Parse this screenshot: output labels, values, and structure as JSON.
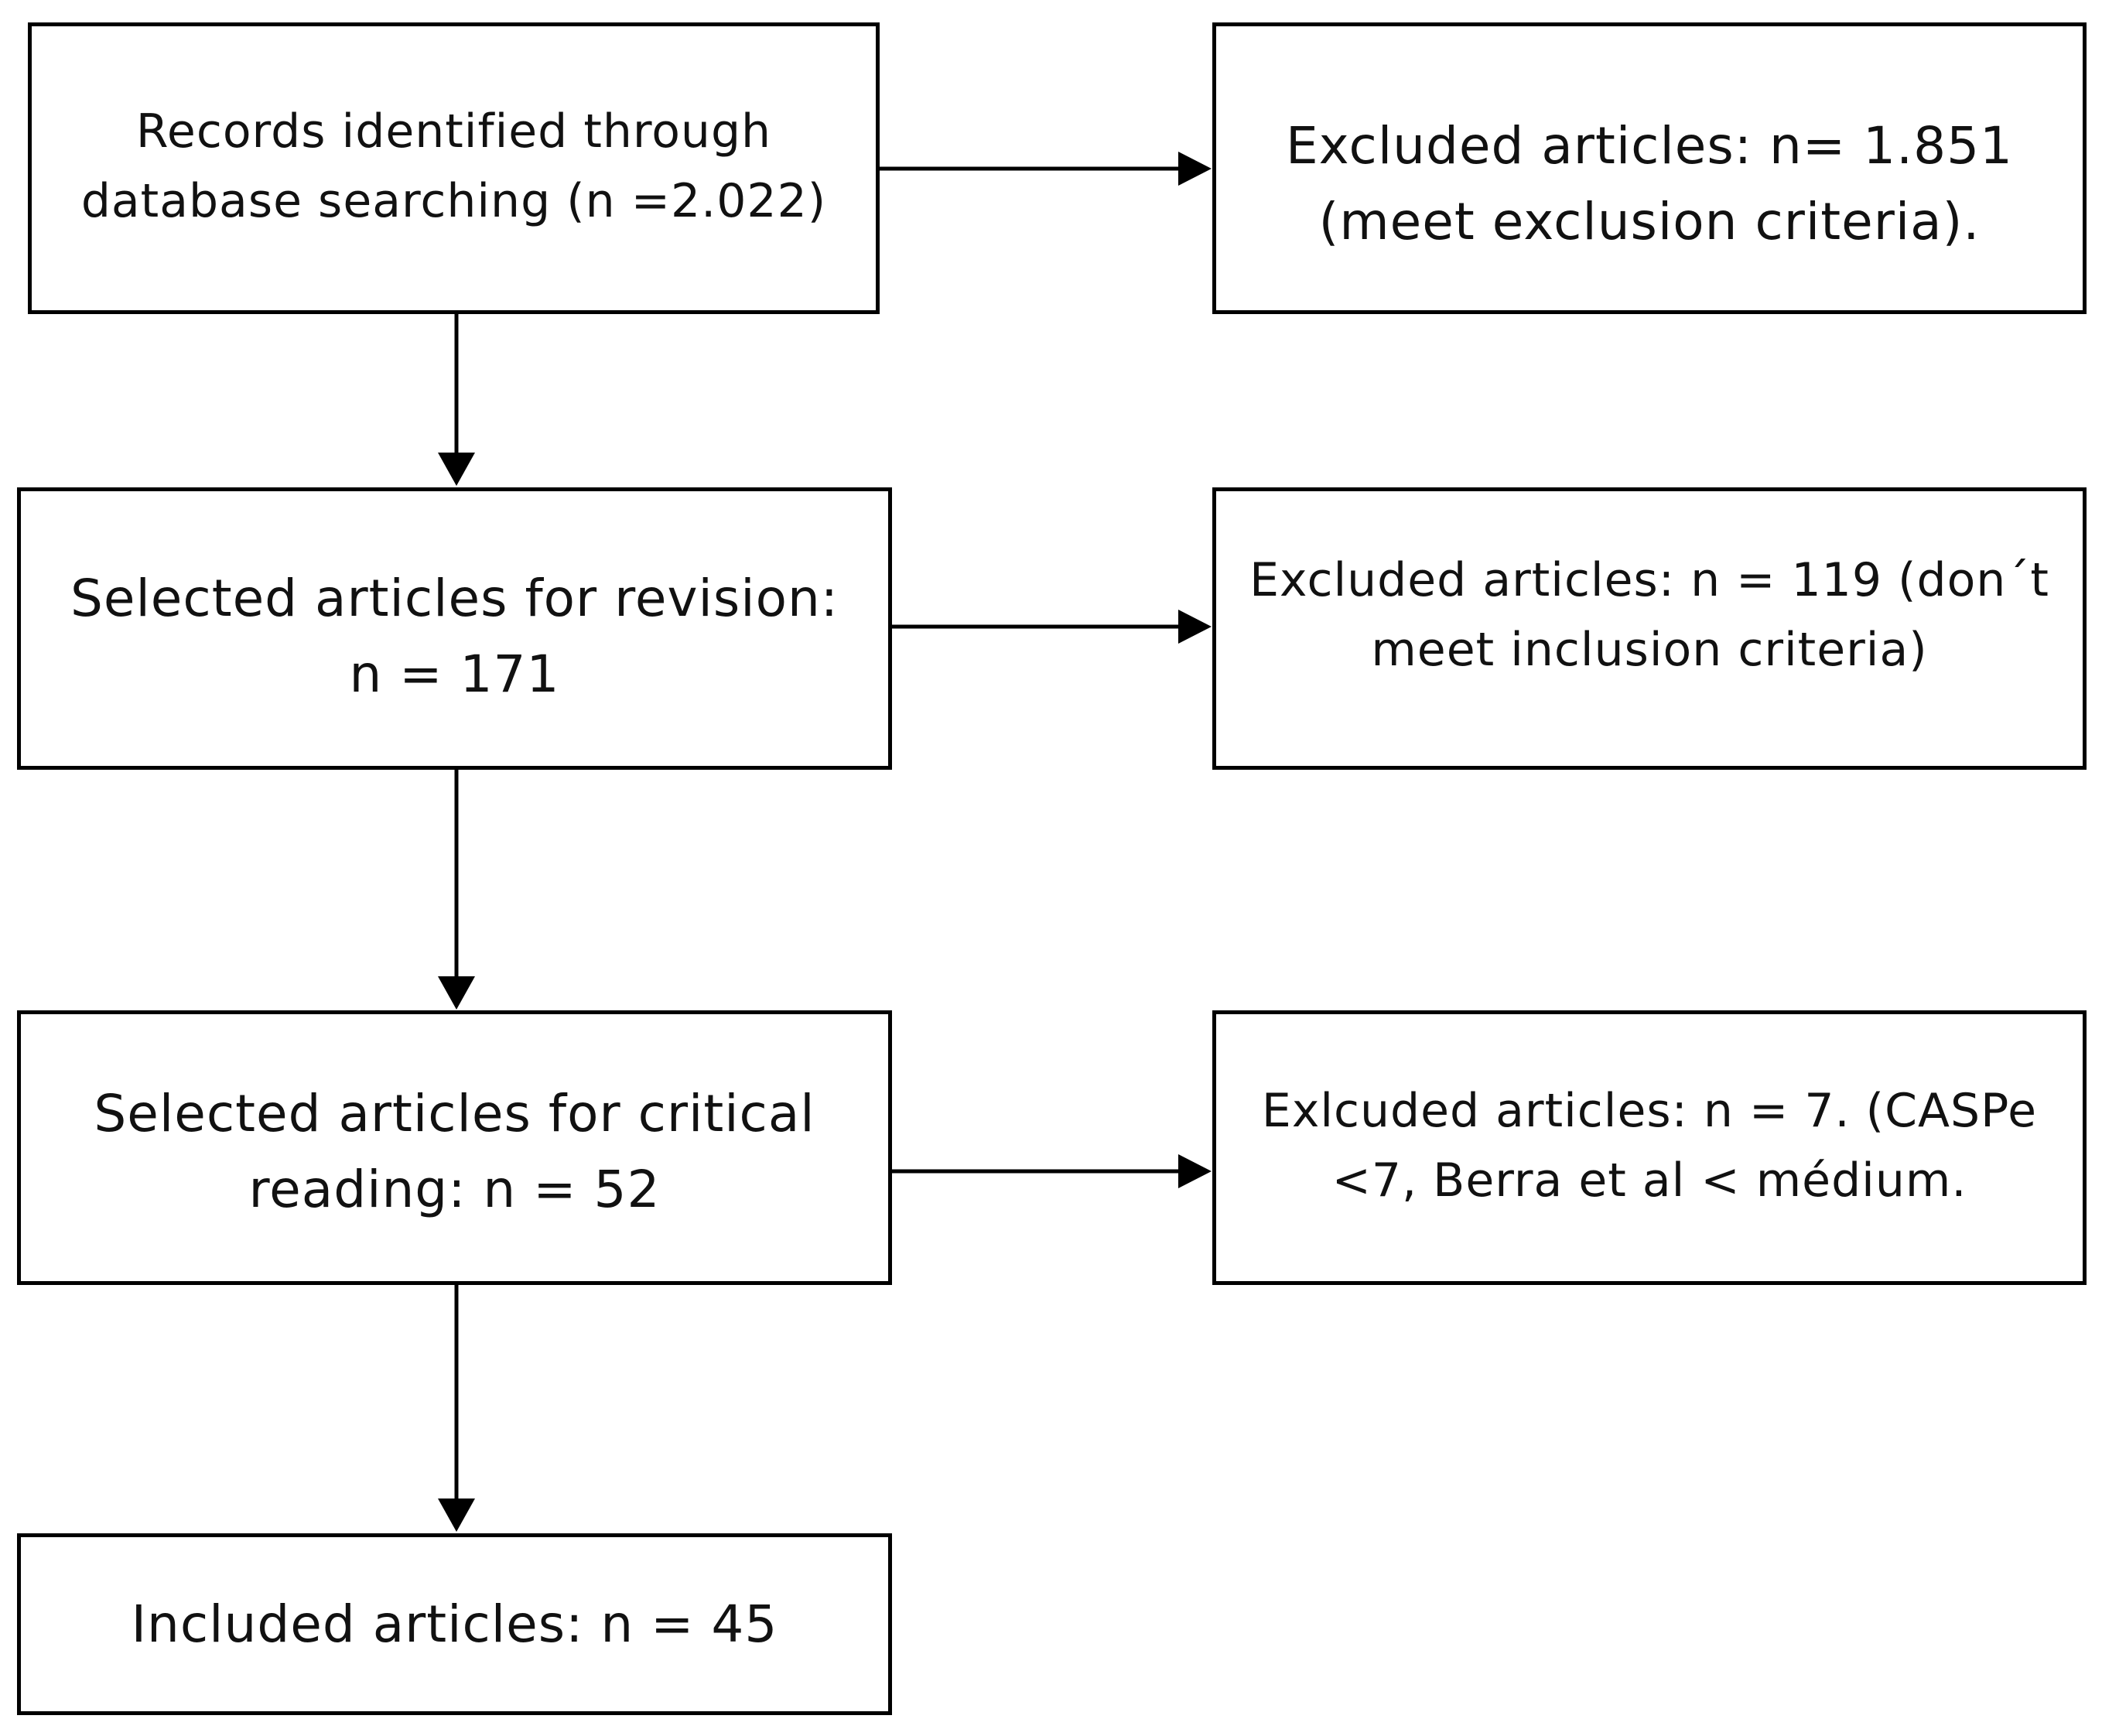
{
  "diagram": {
    "line_color": "#000000",
    "box_border_color": "#000000",
    "background_color": "#ffffff",
    "boxes": {
      "records": {
        "lines": [
          "Records identified through",
          "database searching (n =2.022)"
        ]
      },
      "excluded_1": {
        "lines": [
          "Excluded articles: n= 1.851",
          "(meet exclusion criteria)."
        ]
      },
      "revision": {
        "lines": [
          "Selected articles for revision:",
          "n = 171"
        ]
      },
      "excluded_2": {
        "lines": [
          "Excluded articles: n = 119 (don´t",
          "meet inclusion criteria)"
        ]
      },
      "critical": {
        "lines": [
          "Selected articles for critical",
          "reading: n = 52"
        ]
      },
      "excluded_3": {
        "lines": [
          "Exlcuded articles: n = 7. (CASPe",
          "<7, Berra et al < médium."
        ]
      },
      "included": {
        "lines": [
          "Included articles: n = 45"
        ]
      }
    },
    "connections": [
      {
        "from": "records",
        "to": "excluded_1",
        "kind": "arrow"
      },
      {
        "from": "records",
        "to": "revision",
        "kind": "arrow"
      },
      {
        "from": "revision",
        "to": "excluded_2",
        "kind": "arrow"
      },
      {
        "from": "revision",
        "to": "critical",
        "kind": "arrow"
      },
      {
        "from": "critical",
        "to": "excluded_3",
        "kind": "arrow"
      },
      {
        "from": "critical",
        "to": "included",
        "kind": "arrow"
      }
    ]
  }
}
